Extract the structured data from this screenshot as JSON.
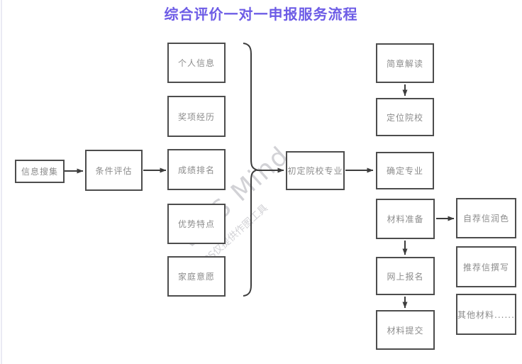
{
  "title": "综合评价一对一申报服务流程",
  "colors": {
    "title": "#6d5ce6",
    "node_border": "#4d4d4d",
    "node_text": "#8c8c8c",
    "connector": "#3d3d3d"
  },
  "watermark": {
    "line1": "WPS Mind",
    "line2": "WPS仅提供作图工具"
  },
  "nodes": {
    "info_collect": {
      "label": "信息搜集"
    },
    "condition_eval": {
      "label": "条件评估"
    },
    "personal_info": {
      "label": "个人信息"
    },
    "award_experience": {
      "label": "奖项经历"
    },
    "score_ranking": {
      "label": "成绩排名"
    },
    "advantage_traits": {
      "label": "优势特点"
    },
    "family_wishes": {
      "label": "家庭意愿"
    },
    "preliminary_college_major": {
      "label": "初定院校专业"
    },
    "brochure_reading": {
      "label": "简章解读"
    },
    "college_positioning": {
      "label": "定位院校"
    },
    "major_confirm": {
      "label": "确定专业"
    },
    "material_prep": {
      "label": "材料准备"
    },
    "online_registration": {
      "label": "网上报名"
    },
    "material_submit": {
      "label": "材料提交"
    },
    "self_letter_polish": {
      "label": "自荐信润色"
    },
    "recommendation_letter": {
      "label": "推荐信撰写"
    },
    "other_materials": {
      "label": "其他材料......"
    }
  }
}
